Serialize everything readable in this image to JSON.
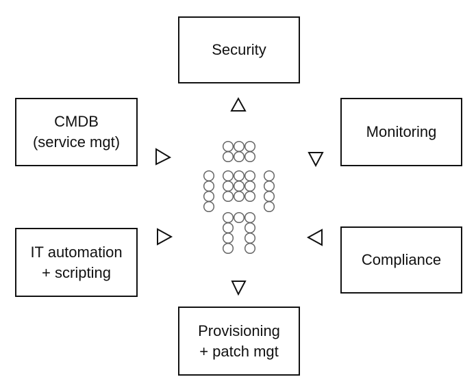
{
  "boxes": {
    "security": {
      "lines": [
        "Security"
      ]
    },
    "cmdb": {
      "lines": [
        "CMDB",
        "(service mgt)"
      ]
    },
    "monitoring": {
      "lines": [
        "Monitoring"
      ]
    },
    "it_automation": {
      "lines": [
        "IT automation",
        "+ scripting"
      ]
    },
    "compliance": {
      "lines": [
        "Compliance"
      ]
    },
    "provisioning": {
      "lines": [
        "Provisioning",
        "+ patch mgt"
      ]
    }
  },
  "colors": {
    "stroke": "#111111",
    "figure_stroke": "#666666",
    "background": "#ffffff"
  },
  "icons": [
    "triangle-arrow-icon",
    "person-of-circles-icon"
  ]
}
